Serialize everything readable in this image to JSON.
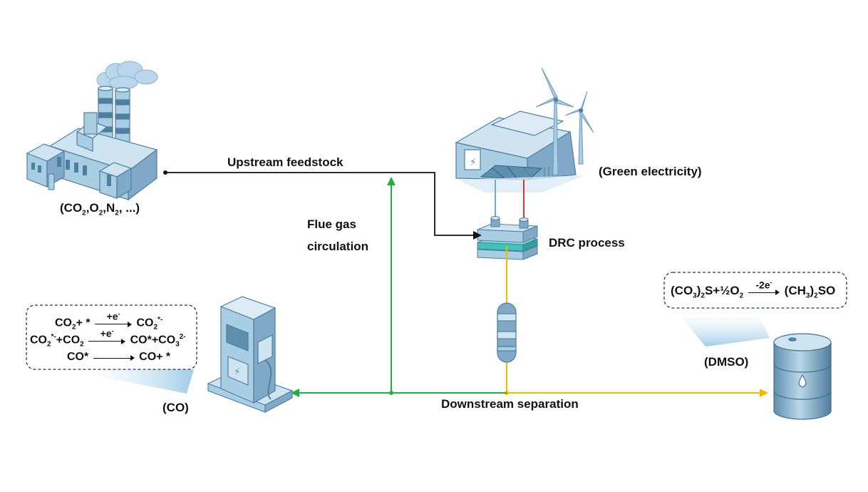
{
  "labels": {
    "upstream": "Upstream feedstock",
    "flue_gas_line1": "Flue gas",
    "flue_gas_line2": "circulation",
    "drc": "DRC process",
    "green": "(Green electricity)",
    "downstream": "Downstream separation",
    "co": "(CO)",
    "dmso": "(DMSO)",
    "feed_gases": [
      "CO",
      "2",
      ",O",
      "2",
      ",N",
      "2",
      ", ...)"
    ]
  },
  "co_reactions": {
    "r1": {
      "left": "CO",
      "left_sub": "2",
      "left_tail": "+ *",
      "over": "+e",
      "over_sup": "-",
      "right": "CO",
      "right_sub": "2",
      "right_sup": "*-"
    },
    "r2": {
      "left": "CO",
      "left_sub": "2",
      "left_sup": "*-",
      "left_tail": "+CO",
      "left_sub2": "2",
      "over": "+e",
      "over_sup": "-",
      "right": "CO*+CO",
      "right_sub": "3",
      "right_sup": "2-"
    },
    "r3": {
      "left": "CO*",
      "right": "CO+ *"
    }
  },
  "dmso_reaction": {
    "left": "(CO",
    "left_sub": "3",
    "left_mid": ")",
    "left_sub2": "2",
    "left_tail": "S+½O",
    "left_sub3": "2",
    "over": "-2e",
    "over_sup": "-",
    "right": "(CH",
    "right_sub": "3",
    "right_mid": ")",
    "right_sub2": "2",
    "right_tail": "SO"
  },
  "colors": {
    "flue": "#1db33a",
    "product": "#f5b800",
    "black": "#111111",
    "wire_blue": "#6fa8dc",
    "wire_red": "#d93434",
    "icon_fill": "#a9cde3",
    "icon_dark": "#5f8fae"
  },
  "icons": [
    "factory-icon",
    "green-electricity-icon",
    "wind-turbine-icon",
    "drc-reactor-icon",
    "separation-column-icon",
    "charging-station-icon",
    "oil-barrel-icon"
  ]
}
